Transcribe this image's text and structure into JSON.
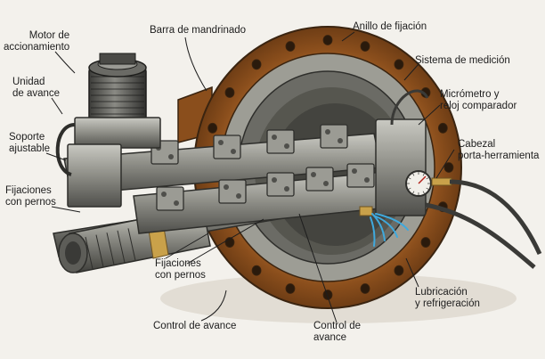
{
  "colors": {
    "background": "#f3f1ec",
    "rust": "#9a5a22",
    "rust_dark": "#6e3d15",
    "steel": "#8d8d86",
    "steel_dark": "#4f4f4b",
    "steel_light": "#bdbdb5",
    "brass": "#c9a14a",
    "coolant": "#3fa9dd",
    "ink": "#1d1d1d"
  },
  "labels": {
    "motor_de_accionamiento": [
      "Motor de",
      "accionamiento"
    ],
    "unidad_de_avance": [
      "Unidad",
      "de avance"
    ],
    "soporte_ajustable": [
      "Soporte",
      "ajustable"
    ],
    "fijaciones_con_pernos_left": [
      "Fijaciones",
      "con pernos"
    ],
    "barra_de_mandrinado": [
      "Barra de mandrinado"
    ],
    "anillo_de_fijacion": [
      "Anillo de fijación"
    ],
    "sistema_de_medicion": [
      "Sistema de medición"
    ],
    "micrometro_y_reloj": [
      "Micrómetro y",
      "reloj comparador"
    ],
    "cabezal_porta_herramienta": [
      "Cabezal",
      "porta-herramienta"
    ],
    "fijaciones_con_pernos_bottom": [
      "Fijaciones",
      "con pernos"
    ],
    "control_de_avance_left": [
      "Control de avance"
    ],
    "control_de_avance_right": [
      "Control de",
      "avance"
    ],
    "lubricacion_y_refrigeracion": [
      "Lubricación",
      "y refrigeración"
    ]
  }
}
